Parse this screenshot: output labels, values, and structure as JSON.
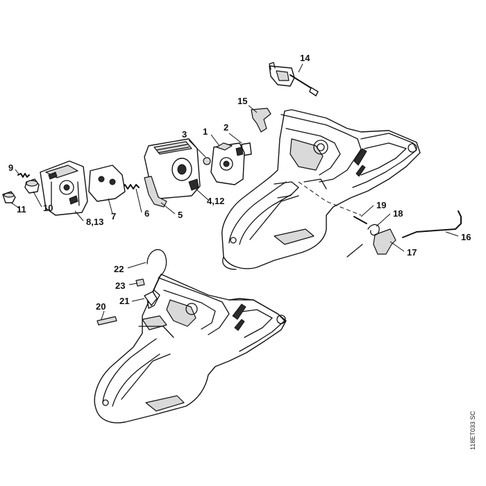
{
  "diagram": {
    "callouts": [
      "1",
      "2",
      "3",
      "4,12",
      "5",
      "6",
      "7",
      "8,13",
      "9",
      "10",
      "11",
      "14",
      "15",
      "16",
      "17",
      "18",
      "19",
      "20",
      "21",
      "22",
      "23"
    ],
    "reference_code": "118ET033 SC"
  }
}
